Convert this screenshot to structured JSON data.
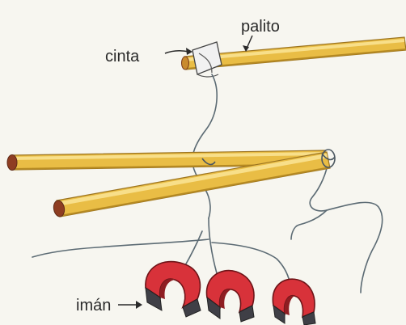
{
  "diagram": {
    "labels": {
      "stick": "palito",
      "tape": "cinta",
      "magnet": "imán"
    },
    "colors": {
      "background": "#f7f6f0",
      "stick": "#e9bd45",
      "stick_highlight": "#f8df8a",
      "stick_shadow": "#b68a22",
      "stick_end": "#8e3d22",
      "string": "#5c6b74",
      "magnet": "#d8323a",
      "magnet_dark": "#8e1d22",
      "magnet_pole": "#3f3f46",
      "tape": "#eeeeee",
      "text": "#2a2a2a"
    },
    "parts": [
      "stick",
      "string",
      "tape",
      "magnet"
    ]
  }
}
